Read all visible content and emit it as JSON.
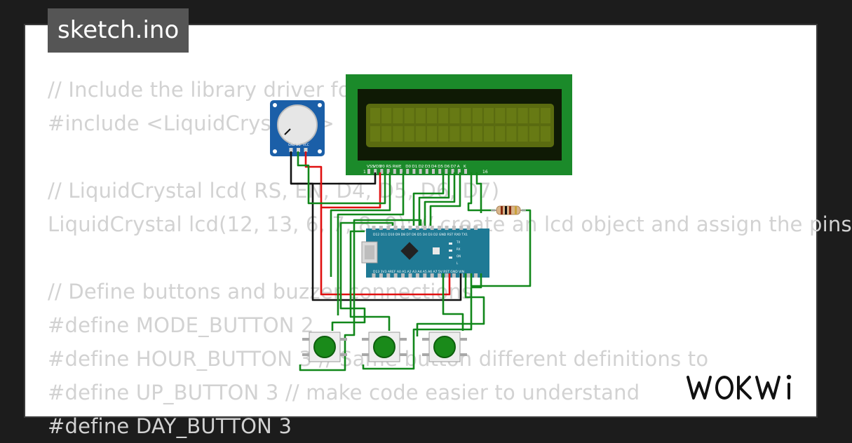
{
  "file_tab": {
    "label": "sketch.ino"
  },
  "code_lines": [
    "// Include the library driver for display:",
    "#include <LiquidCrystal.h>",
    "",
    "// LiquidCrystal lcd( RS, EN, D4, D5, D6, D7)",
    "LiquidCrystal lcd(12, 13, 6, 7, 8, 9); // create an lcd object and assign the pins",
    "",
    "// Define buttons and buzzer connections",
    "#define MODE_BUTTON 2",
    "#define HOUR_BUTTON 3              // Same button different definitions to",
    "#define UP_BUTTON 3               // make code easier to understand",
    "#define DAY_BUTTON 3"
  ],
  "lcd": {
    "pin_labels": [
      "VSS",
      "VDD",
      "V0",
      "RS",
      "RW",
      "E",
      "D0",
      "D1",
      "D2",
      "D3",
      "D4",
      "D5",
      "D6",
      "D7",
      "A",
      "K"
    ],
    "pin_first": "1",
    "pin_last": "16"
  },
  "potentiometer": {
    "pin_labels": [
      "GND",
      "SIG",
      "VCC"
    ]
  },
  "arduino_nano": {
    "top_labels": "D12 D11 D10 D9 D8 D7 D6 D5 D4 D3 D2 GND RST RX0 TX1",
    "bottom_labels": "D13 3V3 AREF A0 A1 A2 A3 A4 A5 A6 A7 5V RST GND VIN",
    "side_labels": [
      "TX",
      "RX",
      "ON",
      "L"
    ]
  },
  "brand": {
    "logo": "WOKWi"
  },
  "colors": {
    "background": "#1c1c1c",
    "tab_bg": "#555555",
    "code_text": "#d2d2d2",
    "lcd_board": "#1b8a2a",
    "lcd_screen": "#5a6b10",
    "pot_board": "#1b5fa8",
    "nano_board": "#1f7a95",
    "wire_green": "#11871a",
    "wire_red": "#e01010",
    "wire_black": "#111111",
    "button_cap": "#1a8a1a"
  }
}
